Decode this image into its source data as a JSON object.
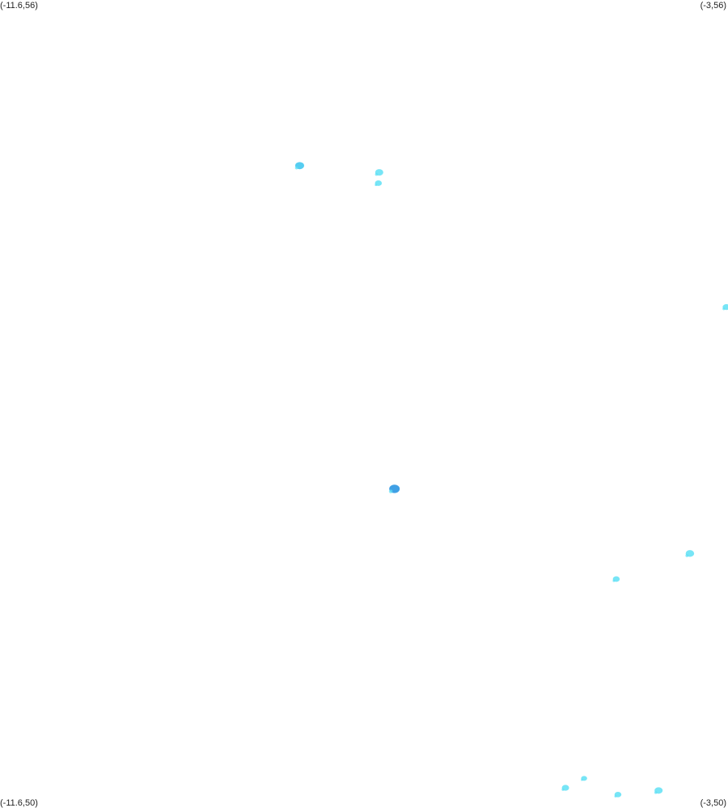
{
  "map": {
    "bounds": {
      "lon_min": -11.6,
      "lon_max": -3,
      "lat_min": 50,
      "lat_max": 56
    },
    "corner_labels": {
      "top_left": "(-11.6,56)",
      "top_right": "(-3,56)",
      "bottom_left": "(-11.6,50)",
      "bottom_right": "(-3,50)"
    },
    "colors": {
      "light": "#5fe0f5",
      "medium": "#38c4ee",
      "dark": "#1e8fe0"
    },
    "blobs": [
      {
        "lon": -8.06,
        "lat": 54.77,
        "size": 1.0,
        "tone": "medium"
      },
      {
        "lon": -7.12,
        "lat": 54.72,
        "size": 0.8,
        "tone": "light"
      },
      {
        "lon": -7.13,
        "lat": 54.64,
        "size": 0.5,
        "tone": "light"
      },
      {
        "lon": -3.02,
        "lat": 53.72,
        "size": 0.6,
        "tone": "light"
      },
      {
        "lon": -6.94,
        "lat": 52.37,
        "size": 1.4,
        "tone": "dark"
      },
      {
        "lon": -3.45,
        "lat": 51.89,
        "size": 0.9,
        "tone": "light"
      },
      {
        "lon": -4.32,
        "lat": 51.7,
        "size": 0.5,
        "tone": "light"
      },
      {
        "lon": -4.92,
        "lat": 50.15,
        "size": 0.6,
        "tone": "light"
      },
      {
        "lon": -4.7,
        "lat": 50.22,
        "size": 0.3,
        "tone": "light"
      },
      {
        "lon": -4.3,
        "lat": 50.1,
        "size": 0.5,
        "tone": "light"
      },
      {
        "lon": -3.82,
        "lat": 50.13,
        "size": 0.8,
        "tone": "light"
      }
    ]
  }
}
